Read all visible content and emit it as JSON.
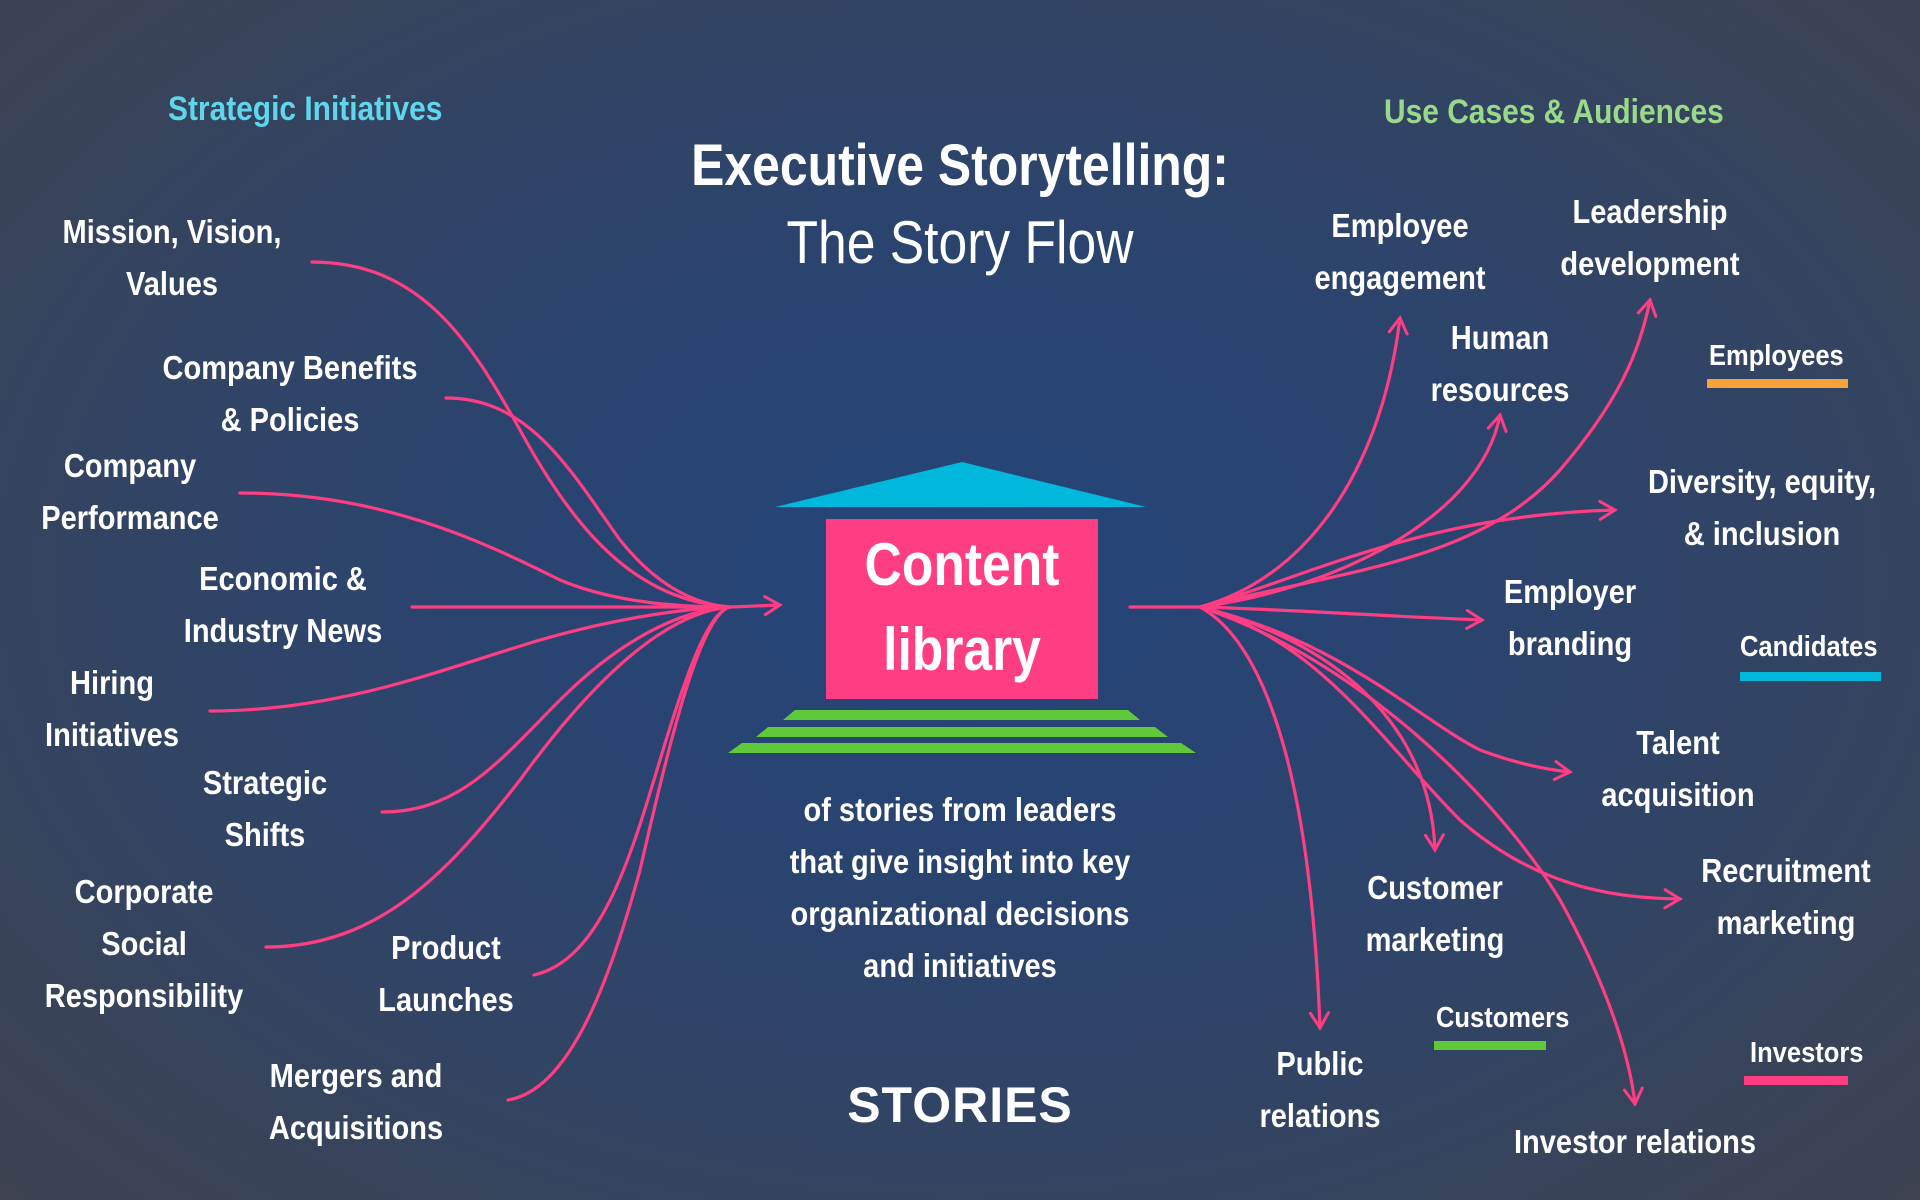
{
  "title": {
    "main": "Executive Storytelling:",
    "sub": "The Story Flow"
  },
  "left_heading": {
    "text": "Strategic Initiatives",
    "color": "#5fd6ec"
  },
  "right_heading": {
    "text": "Use Cases & Audiences",
    "color": "#9ad98a"
  },
  "center": {
    "library_line1": "Content",
    "library_line2": "library",
    "description": [
      "of stories from leaders",
      "that give insight into key",
      "organizational decisions",
      "and initiatives"
    ],
    "brand": "STORIES",
    "roof_color": "#00b8dc",
    "box_color": "#ff3d82",
    "steps_color": "#5fc93a"
  },
  "arrow_color": "#ff3d82",
  "strategic_initiatives": [
    {
      "line1": "Mission, Vision,",
      "line2": "Values"
    },
    {
      "line1": "Company Benefits",
      "line2": "& Policies"
    },
    {
      "line1": "Company",
      "line2": "Performance"
    },
    {
      "line1": "Economic &",
      "line2": "Industry News"
    },
    {
      "line1": "Hiring",
      "line2": "Initiatives"
    },
    {
      "line1": "Strategic",
      "line2": "Shifts"
    },
    {
      "line1": "Corporate",
      "line2": "Social",
      "line3": "Responsibility"
    },
    {
      "line1": "Product",
      "line2": "Launches"
    },
    {
      "line1": "Mergers and",
      "line2": "Acquisitions"
    }
  ],
  "use_cases": [
    {
      "line1": "Employee",
      "line2": "engagement"
    },
    {
      "line1": "Leadership",
      "line2": "development"
    },
    {
      "line1": "Human",
      "line2": "resources"
    },
    {
      "line1": "Diversity, equity,",
      "line2": "& inclusion"
    },
    {
      "line1": "Employer",
      "line2": "branding"
    },
    {
      "line1": "Talent",
      "line2": "acquisition"
    },
    {
      "line1": "Recruitment",
      "line2": "marketing"
    },
    {
      "line1": "Customer",
      "line2": "marketing"
    },
    {
      "line1": "Public",
      "line2": "relations"
    },
    {
      "line1": "Investor relations"
    }
  ],
  "audiences": [
    {
      "label": "Employees",
      "color": "#f7a23a"
    },
    {
      "label": "Candidates",
      "color": "#00b8dc"
    },
    {
      "label": "Customers",
      "color": "#5fc93a"
    },
    {
      "label": "Investors",
      "color": "#ff3d82"
    }
  ]
}
